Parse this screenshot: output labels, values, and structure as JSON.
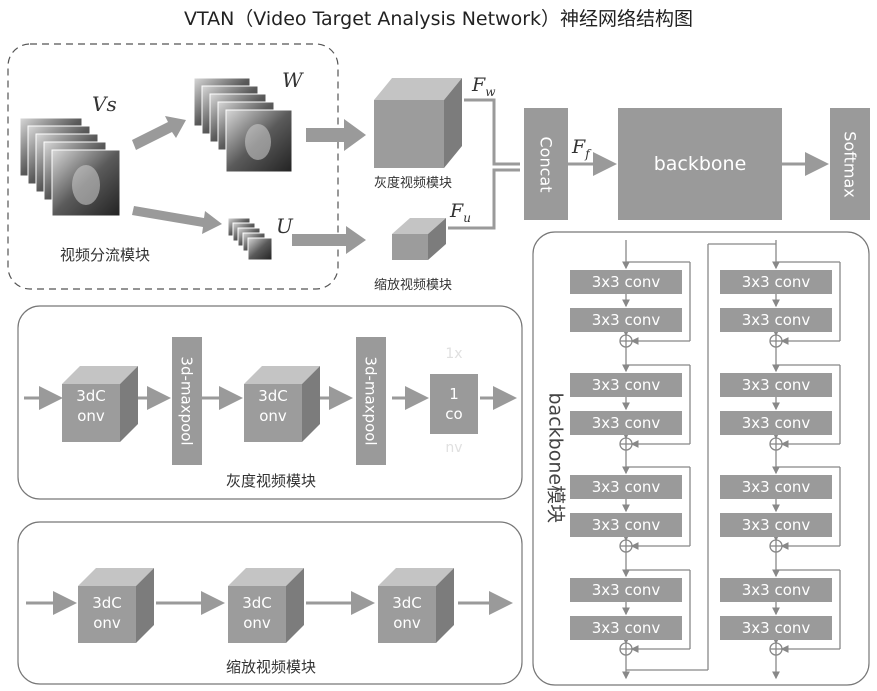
{
  "title": "VTAN（Video Target Analysis Network）神经网络结构图",
  "split_module": {
    "label": "视频分流模块",
    "vs_label": "Vs",
    "w_label": "W",
    "u_label": "U"
  },
  "gray_module": {
    "label": "灰度视频模块",
    "fw": "F",
    "fw_sub": "w"
  },
  "scale_module": {
    "label": "缩放视频模块",
    "fu": "F",
    "fu_sub": "u"
  },
  "concat": {
    "label": "Concat",
    "ff": "F",
    "ff_sub": "f"
  },
  "backbone": {
    "label": "backbone"
  },
  "softmax": {
    "label": "Softmax"
  },
  "gray_detail": {
    "label": "灰度视频模块",
    "conv1": [
      "3dC",
      "onv"
    ],
    "pool1": "3d-maxpool",
    "conv2": [
      "3dC",
      "onv"
    ],
    "pool2": "3d-maxpool",
    "final_box": [
      "1",
      "co"
    ],
    "final_faded": [
      "1x",
      "nv"
    ]
  },
  "scale_detail": {
    "label": "缩放视频模块",
    "conv1": [
      "3dC",
      "onv"
    ],
    "conv2": [
      "3dC",
      "onv"
    ],
    "conv3": [
      "3dC",
      "onv"
    ]
  },
  "backbone_detail": {
    "label": "backbone模块",
    "conv_label": "3x3 conv"
  },
  "colors": {
    "box": "#9a9a9a",
    "arrow": "#9a9a9a",
    "line": "#888888"
  }
}
